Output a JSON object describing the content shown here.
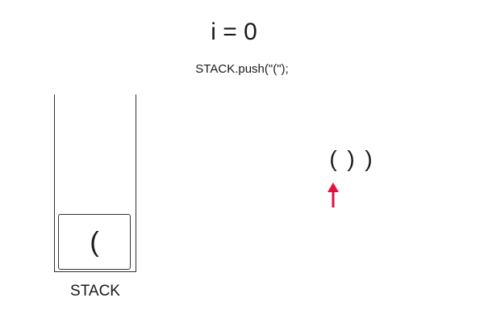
{
  "iteration_label": "i = 0",
  "code_line": "STACK.push(\"(\");",
  "stack": {
    "caption": "STACK",
    "items": [
      "("
    ]
  },
  "input": {
    "chars": [
      "(",
      ")",
      ")"
    ],
    "pointer_index": 0
  },
  "colors": {
    "pointer": "#e0113b",
    "lines": "#333333"
  }
}
